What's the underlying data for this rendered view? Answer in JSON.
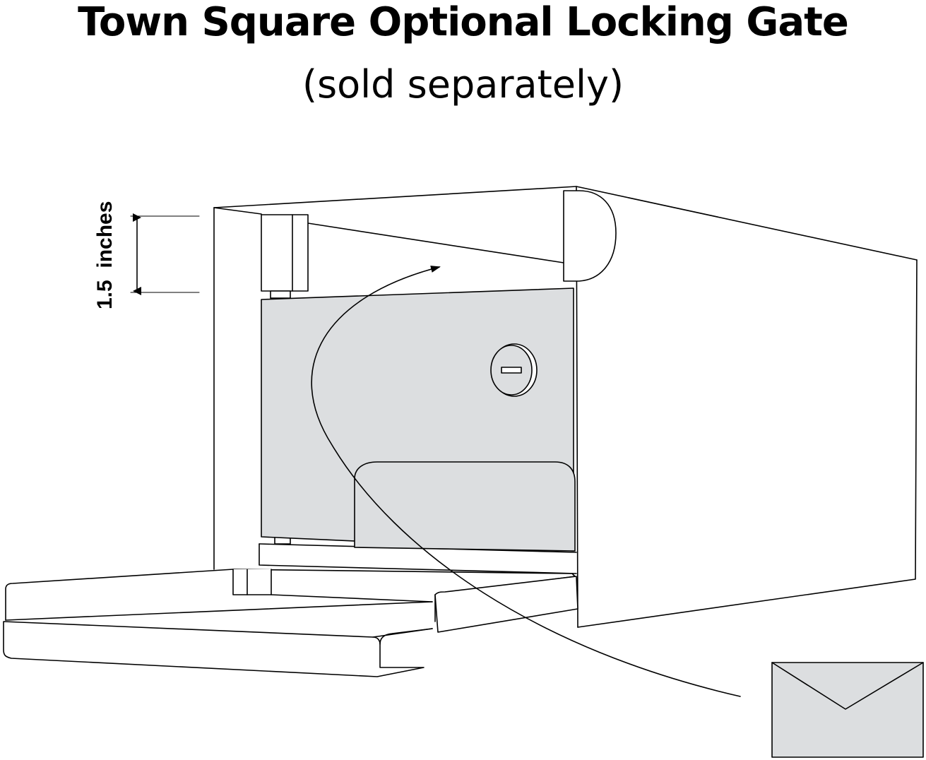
{
  "title": "Town Square Optional Locking Gate",
  "subtitle": "(sold separately)",
  "dimension": {
    "label": "1.5  inches"
  },
  "colors": {
    "line": "#000000",
    "panel_fill": "#dcdee0",
    "background": "#ffffff"
  },
  "icons": [
    "lock-icon",
    "envelope-icon",
    "curved-arrow-icon"
  ]
}
